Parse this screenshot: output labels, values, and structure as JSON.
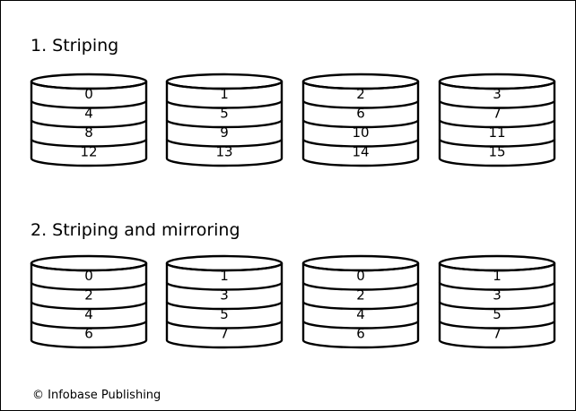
{
  "sections": [
    {
      "title": "1. Striping",
      "disks": [
        [
          "0",
          "4",
          "8",
          "12"
        ],
        [
          "1",
          "5",
          "9",
          "13"
        ],
        [
          "2",
          "6",
          "10",
          "14"
        ],
        [
          "3",
          "7",
          "11",
          "15"
        ]
      ]
    },
    {
      "title": "2. Striping and mirroring",
      "disks": [
        [
          "0",
          "2",
          "4",
          "6"
        ],
        [
          "1",
          "3",
          "5",
          "7"
        ],
        [
          "0",
          "2",
          "4",
          "6"
        ],
        [
          "1",
          "3",
          "5",
          "7"
        ]
      ]
    }
  ],
  "credit": "© Infobase Publishing"
}
